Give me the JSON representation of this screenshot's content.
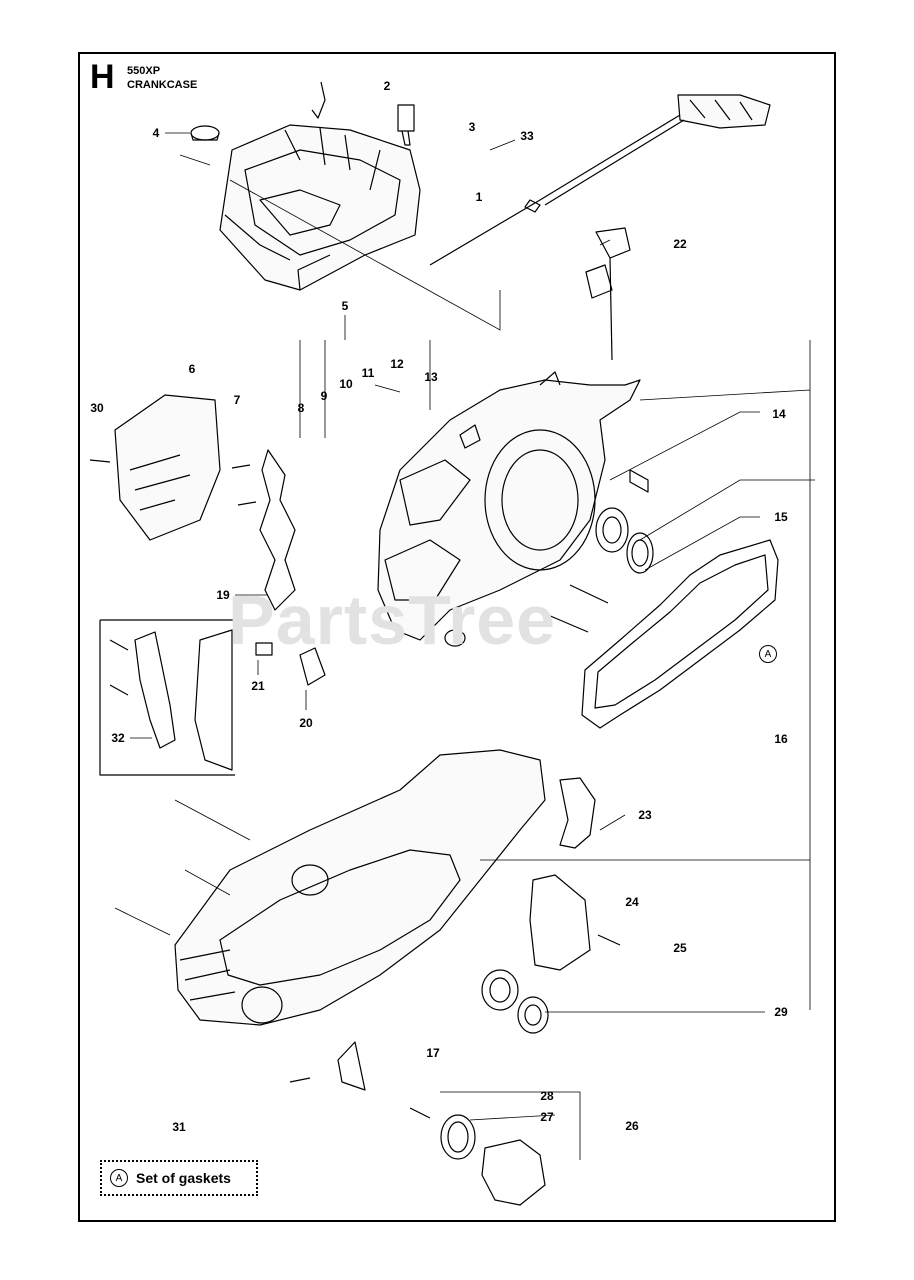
{
  "header": {
    "section_letter": "H",
    "model": "550XP",
    "title": "CRANKCASE"
  },
  "watermark": "PartsTree",
  "callouts": [
    "1",
    "2",
    "3",
    "4",
    "5",
    "6",
    "7",
    "8",
    "9",
    "10",
    "11",
    "12",
    "13",
    "14",
    "15",
    "16",
    "17",
    "19",
    "20",
    "21",
    "22",
    "23",
    "24",
    "25",
    "26",
    "27",
    "28",
    "29",
    "30",
    "31",
    "32",
    "33"
  ],
  "gasket_marker": "A",
  "legend": {
    "marker": "A",
    "text": "Set of gaskets"
  }
}
